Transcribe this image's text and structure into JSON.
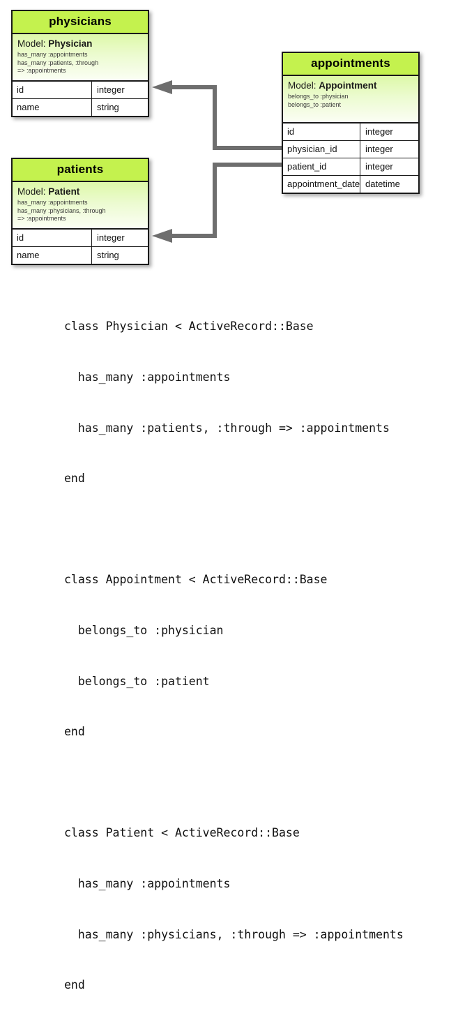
{
  "diagram": {
    "type": "entity-relationship",
    "accent_header_color": "#c4f24e",
    "connector_color": "#6e6e6e",
    "tables": [
      {
        "id": "physicians",
        "title": "physicians",
        "model_label": "Model:",
        "model_name": "Physician",
        "associations": [
          "has_many :appointments",
          "has_many :patients, :through",
          "=> :appointments"
        ],
        "columns": [
          {
            "name": "id",
            "type": "integer"
          },
          {
            "name": "name",
            "type": "string"
          }
        ]
      },
      {
        "id": "patients",
        "title": "patients",
        "model_label": "Model:",
        "model_name": "Patient",
        "associations": [
          "has_many :appointments",
          "has_many :physicians, :through",
          "=> :appointments"
        ],
        "columns": [
          {
            "name": "id",
            "type": "integer"
          },
          {
            "name": "name",
            "type": "string"
          }
        ]
      },
      {
        "id": "appointments",
        "title": "appointments",
        "model_label": "Model:",
        "model_name": "Appointment",
        "associations": [
          "belongs_to :physician",
          "belongs_to :patient"
        ],
        "columns": [
          {
            "name": "id",
            "type": "integer"
          },
          {
            "name": "physician_id",
            "type": "integer"
          },
          {
            "name": "patient_id",
            "type": "integer"
          },
          {
            "name": "appointment_date",
            "type": "datetime"
          }
        ]
      }
    ],
    "relations": [
      {
        "from": "appointments.physician_id",
        "to": "physicians.id"
      },
      {
        "from": "appointments.patient_id",
        "to": "patients.id"
      }
    ]
  },
  "code": {
    "language": "ruby",
    "lines": [
      "class Physician < ActiveRecord::Base",
      "  has_many :appointments",
      "  has_many :patients, :through => :appointments",
      "end",
      "",
      "class Appointment < ActiveRecord::Base",
      "  belongs_to :physician",
      "  belongs_to :patient",
      "end",
      "",
      "class Patient < ActiveRecord::Base",
      "  has_many :appointments",
      "  has_many :physicians, :through => :appointments",
      "end"
    ]
  }
}
